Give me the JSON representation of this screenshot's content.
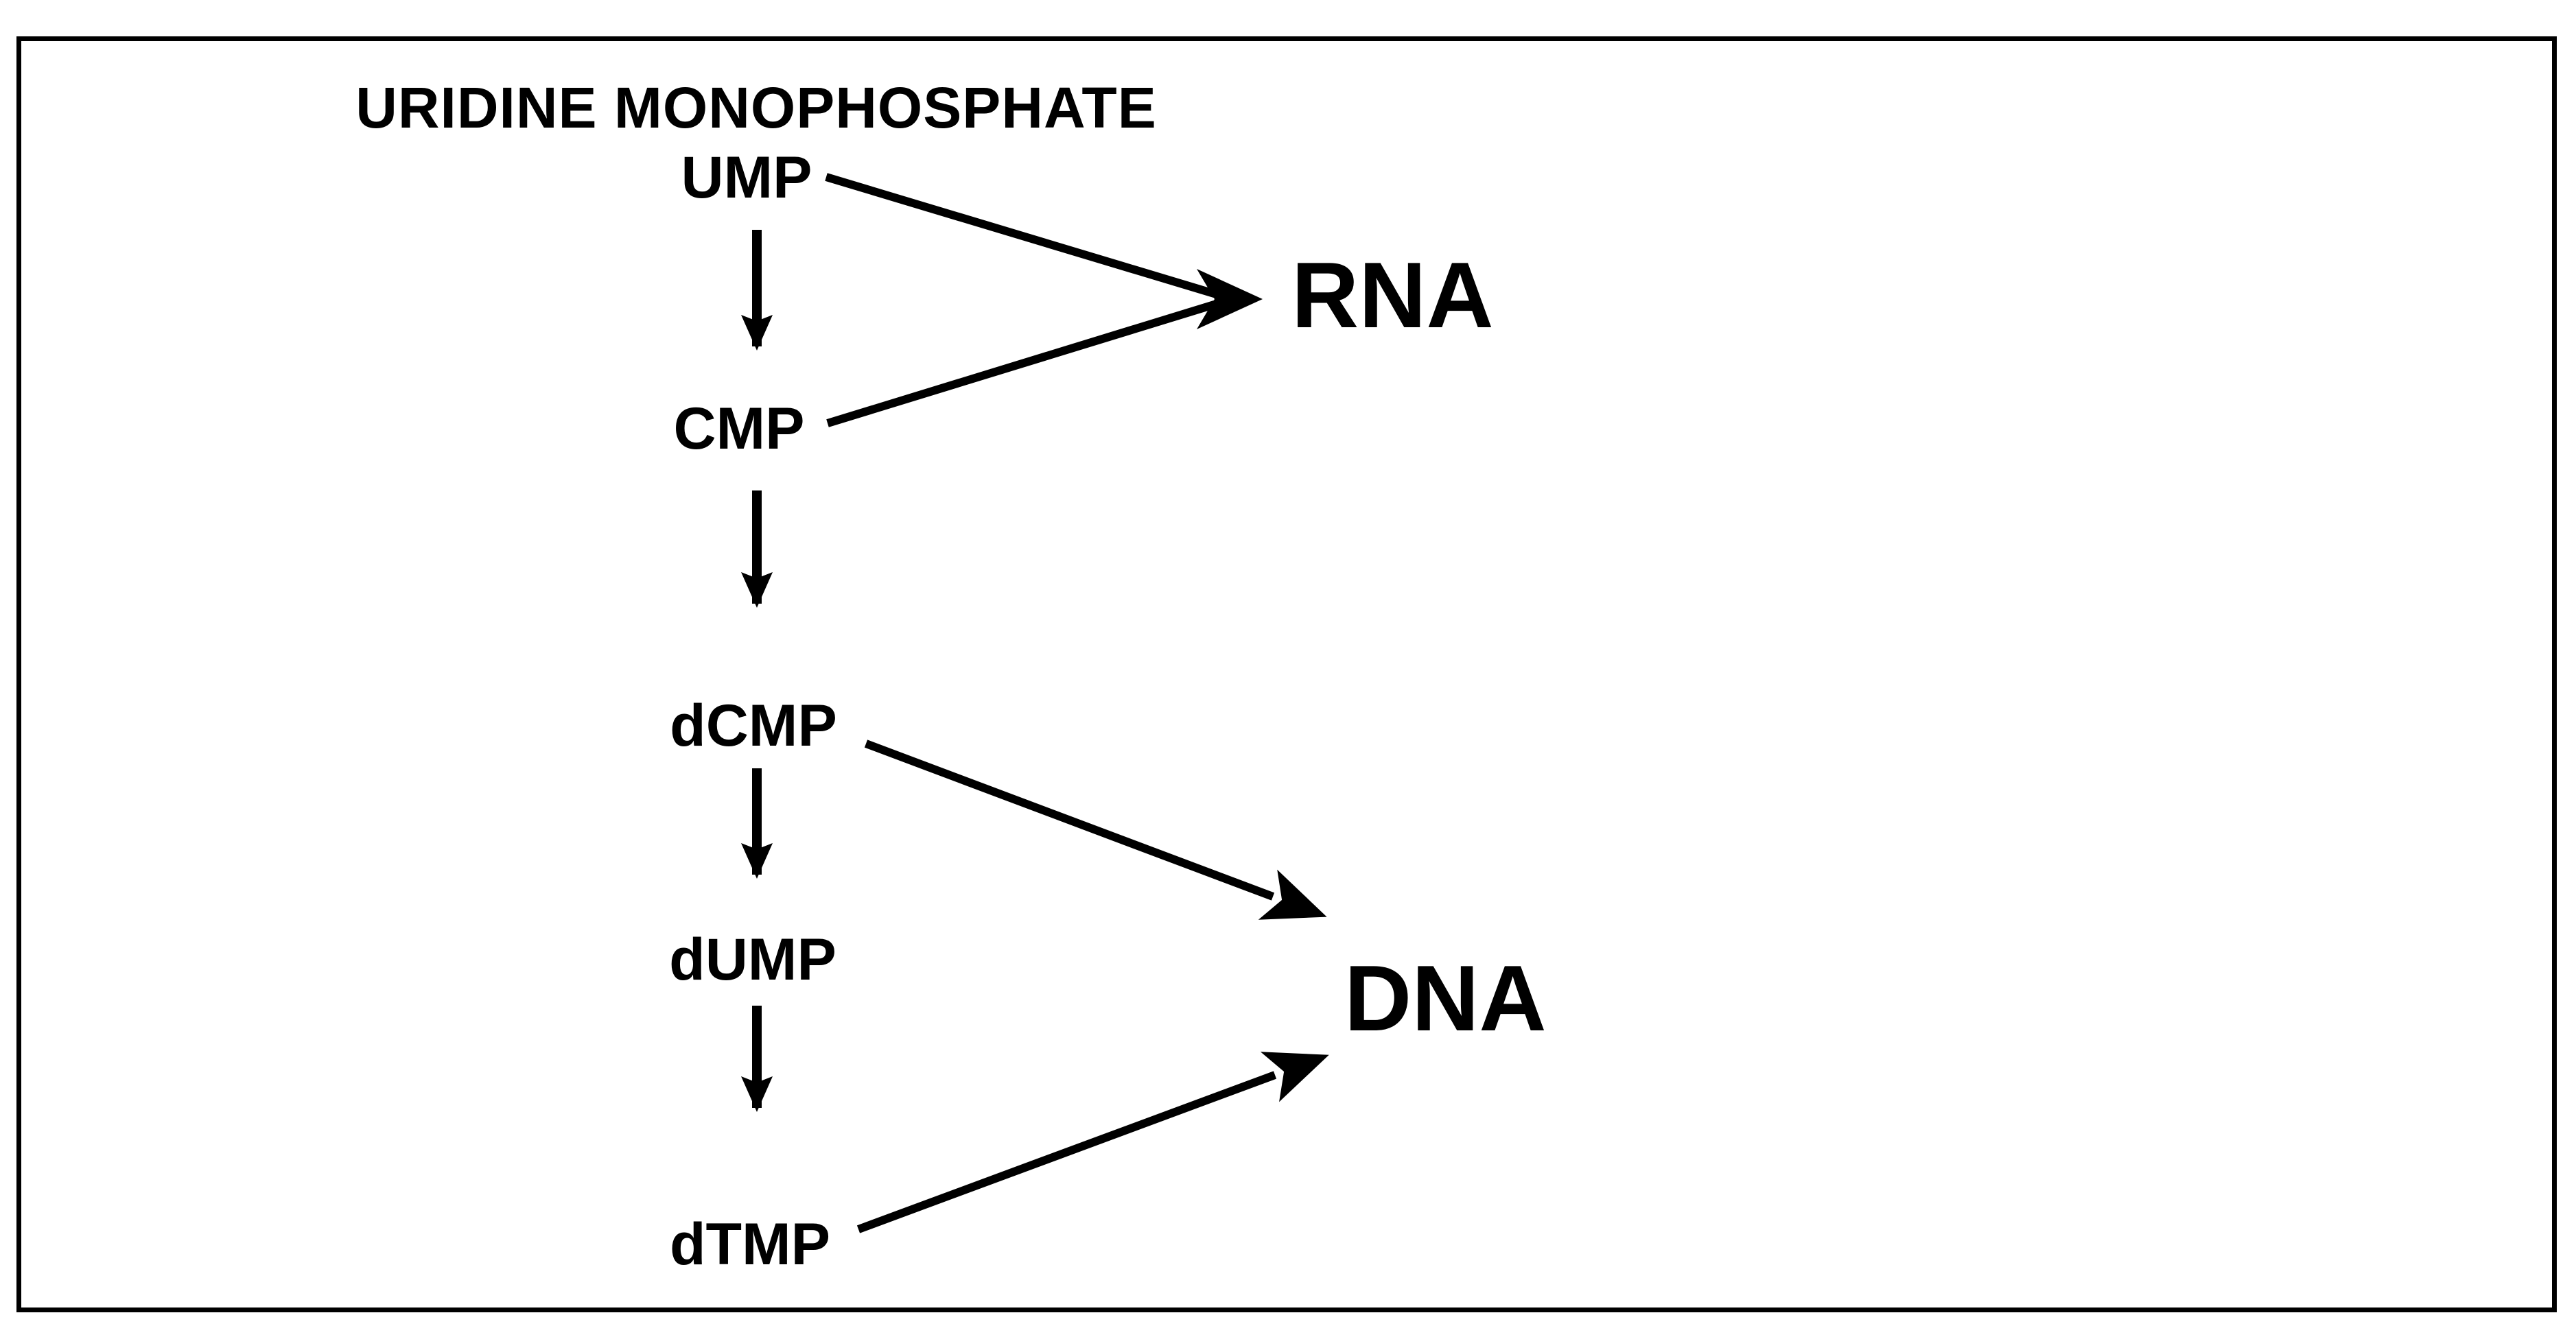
{
  "colors": {
    "ink": "#000000",
    "background": "#ffffff"
  },
  "diagram": {
    "title": "URIDINE MONOPHOSPHATE",
    "nodes": {
      "ump": "UMP",
      "cmp": "CMP",
      "dcmp": "dCMP",
      "dump": "dUMP",
      "dtmp": "dTMP",
      "rna": "RNA",
      "dna": "DNA"
    },
    "edges": [
      {
        "from": "UMP",
        "to": "CMP"
      },
      {
        "from": "CMP",
        "to": "dCMP"
      },
      {
        "from": "dCMP",
        "to": "dUMP"
      },
      {
        "from": "dUMP",
        "to": "dTMP"
      },
      {
        "from": "UMP",
        "to": "RNA"
      },
      {
        "from": "CMP",
        "to": "RNA"
      },
      {
        "from": "dCMP",
        "to": "DNA"
      },
      {
        "from": "dTMP",
        "to": "DNA"
      }
    ]
  }
}
